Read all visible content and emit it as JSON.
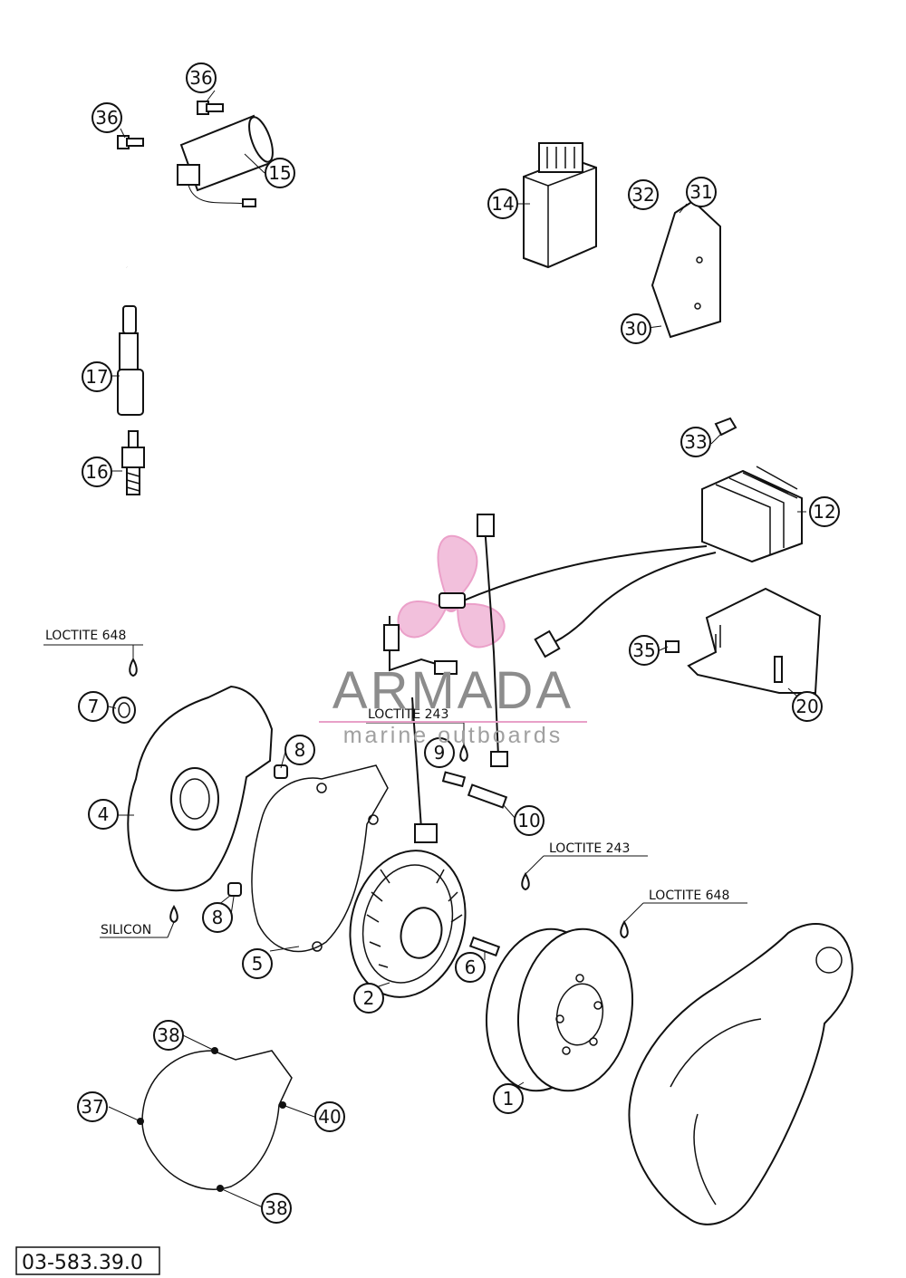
{
  "reference_number": "03-583.39.0",
  "watermark": {
    "brand": "ARMADA",
    "tagline": "marine outboards",
    "logo_colors": [
      "#e8a0c8",
      "#f4c6de"
    ]
  },
  "notes": {
    "loctite_648_top": "LOCTITE 648",
    "loctite_243_center": "LOCTITE 243",
    "loctite_243_right": "LOCTITE 243",
    "loctite_648_right": "LOCTITE 648",
    "silicon": "SILICON"
  },
  "callouts": {
    "c36a": "36",
    "c36b": "36",
    "c15": "15",
    "c14": "14",
    "c32": "32",
    "c31": "31",
    "c30": "30",
    "c17": "17",
    "c16": "16",
    "c33": "33",
    "c12": "12",
    "c35": "35",
    "c20": "20",
    "c7": "7",
    "c8a": "8",
    "c9": "9",
    "c4": "4",
    "c10": "10",
    "c8b": "8",
    "c5": "5",
    "c6": "6",
    "c2": "2",
    "c1": "1",
    "c38a": "38",
    "c37": "37",
    "c40": "40",
    "c38b": "38"
  },
  "icons": [
    "ignition-coil-icon",
    "spark-plug-icon",
    "stator-icon",
    "flywheel-icon",
    "regulator-icon",
    "cdi-unit-icon"
  ]
}
